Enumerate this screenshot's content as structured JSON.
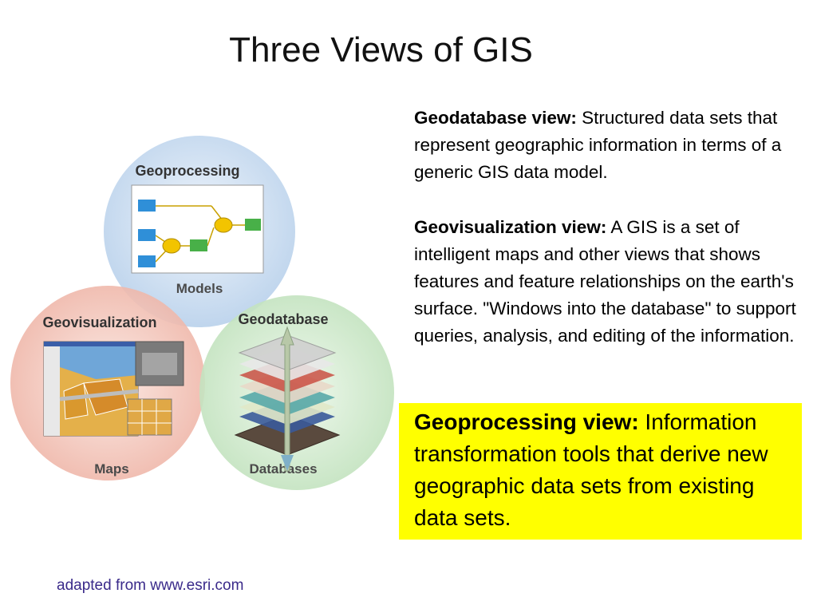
{
  "slide": {
    "title": "Three Views of GIS",
    "geodatabase": {
      "heading": "Geodatabase view:",
      "body": " Structured data sets that represent geographic information in terms of a generic GIS data model."
    },
    "geovisualization": {
      "heading": "Geovisualization view:",
      "body": " A GIS is a set of intelligent maps and other views that shows features and feature relationships on the earth's surface. \"Windows into the database\" to support queries, analysis, and editing of the information."
    },
    "geoprocessing": {
      "heading": "Geoprocessing view:",
      "body": " Information transformation tools that derive new geographic data sets from existing data sets."
    },
    "footer": "adapted from www.esri.com"
  },
  "diagram": {
    "circles": {
      "top": {
        "header": "Geoprocessing",
        "footer": "Models",
        "color": "#cfe0f2"
      },
      "left": {
        "header": "Geovisualization",
        "footer": "Maps",
        "color": "#f4c9bf"
      },
      "right": {
        "header": "Geodatabase",
        "footer": "Databases",
        "color": "#cdeacb"
      }
    }
  },
  "colors": {
    "highlight": "#ffff00",
    "footer_text": "#3a2a8a"
  }
}
